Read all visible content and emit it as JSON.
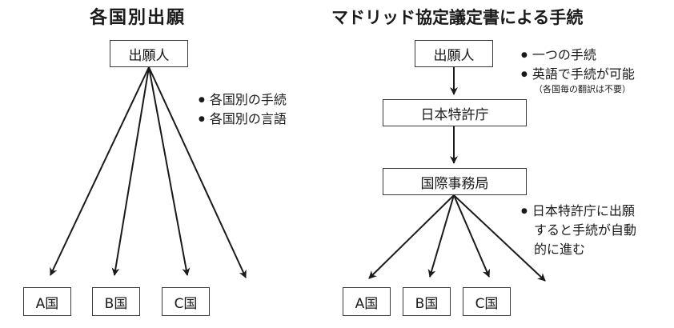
{
  "left": {
    "title": "各国別出願",
    "applicant": "出願人",
    "notes": [
      "各国別の手続",
      "各国別の言語"
    ],
    "countries": [
      "A国",
      "B国",
      "C国"
    ]
  },
  "right": {
    "title": "マドリッド協定議定書による手続",
    "applicant": "出願人",
    "office": "日本特許庁",
    "bureau": "国際事務局",
    "notes_top": [
      "一つの手続",
      "英語で手続が可能"
    ],
    "notes_top_small": "（各国毎の翻訳は不要）",
    "notes_bottom_line1": "日本特許庁に出願",
    "notes_bottom_line2": "すると手続が自動",
    "notes_bottom_line3": "的に進む",
    "countries": [
      "A国",
      "B国",
      "C国"
    ]
  }
}
